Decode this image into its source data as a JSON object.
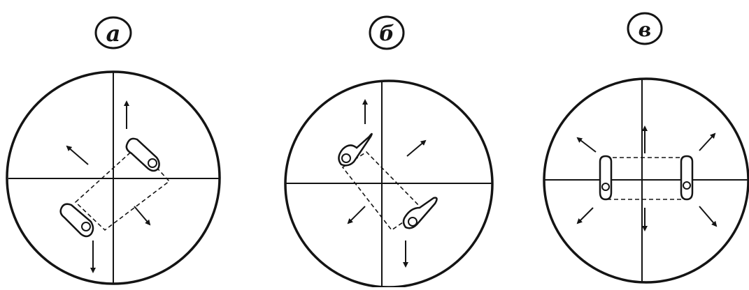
{
  "panels": [
    {
      "label": "a"
    },
    {
      "label": "б"
    },
    {
      "label": "в"
    }
  ],
  "colors": {
    "ink": "#141414",
    "background": "#ffffff"
  }
}
